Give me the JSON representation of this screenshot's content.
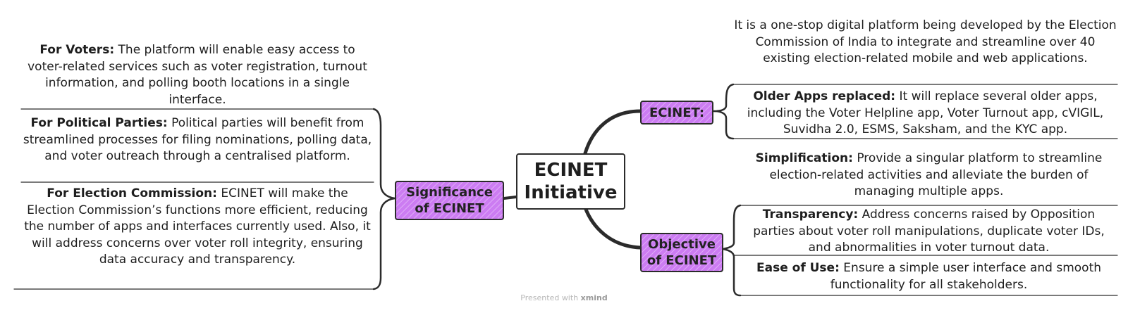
{
  "root": {
    "line1": "ECINET",
    "line2": "Initiative"
  },
  "left": {
    "significance": {
      "line1": "Significance",
      "line2": "of ECINET"
    },
    "voters": {
      "title": "For Voters:",
      "text": "The platform will enable easy access to voter-related services such as voter registration, turnout information, and polling booth locations in a single interface."
    },
    "parties": {
      "title": "For Political Parties:",
      "text": "Political parties will benefit from streamlined processes for filing nominations, polling data, and voter outreach through a centralised platform."
    },
    "commission": {
      "title": "For Election Commission:",
      "text": "ECINET will make the Election Commission’s functions more efficient, reducing the number of apps and interfaces currently used. Also, it will address concerns over voter roll integrity, ensuring data accuracy and transparency."
    }
  },
  "right": {
    "ecinet": {
      "label": "ECINET:"
    },
    "definition": {
      "text": "It is a one-stop digital platform being developed by the Election Commission of India to integrate and streamline over 40 existing election-related mobile and web applications."
    },
    "older_apps": {
      "title": "Older Apps replaced:",
      "text": "It will replace several older apps, including the Voter Helpline app, Voter Turnout app, cVIGIL, Suvidha 2.0, ESMS, Saksham, and the KYC app."
    },
    "objective": {
      "line1": "Objective",
      "line2": "of ECINET"
    },
    "simplification": {
      "title": "Simplification:",
      "text": "Provide a singular platform to streamline election-related activities and alleviate the burden of managing multiple apps."
    },
    "transparency": {
      "title": "Transparency:",
      "text": "Address concerns raised by Opposition parties about voter roll manipulations, duplicate voter IDs, and abnormalities in voter turnout data."
    },
    "ease": {
      "title": "Ease of Use:",
      "text": "Ensure a simple user interface and smooth functionality for all stakeholders."
    }
  },
  "footer": {
    "prefix": "Presented with",
    "brand": "xmind"
  },
  "colors": {
    "node_fill": "#cc7cf2",
    "line": "#2b2b2b"
  }
}
